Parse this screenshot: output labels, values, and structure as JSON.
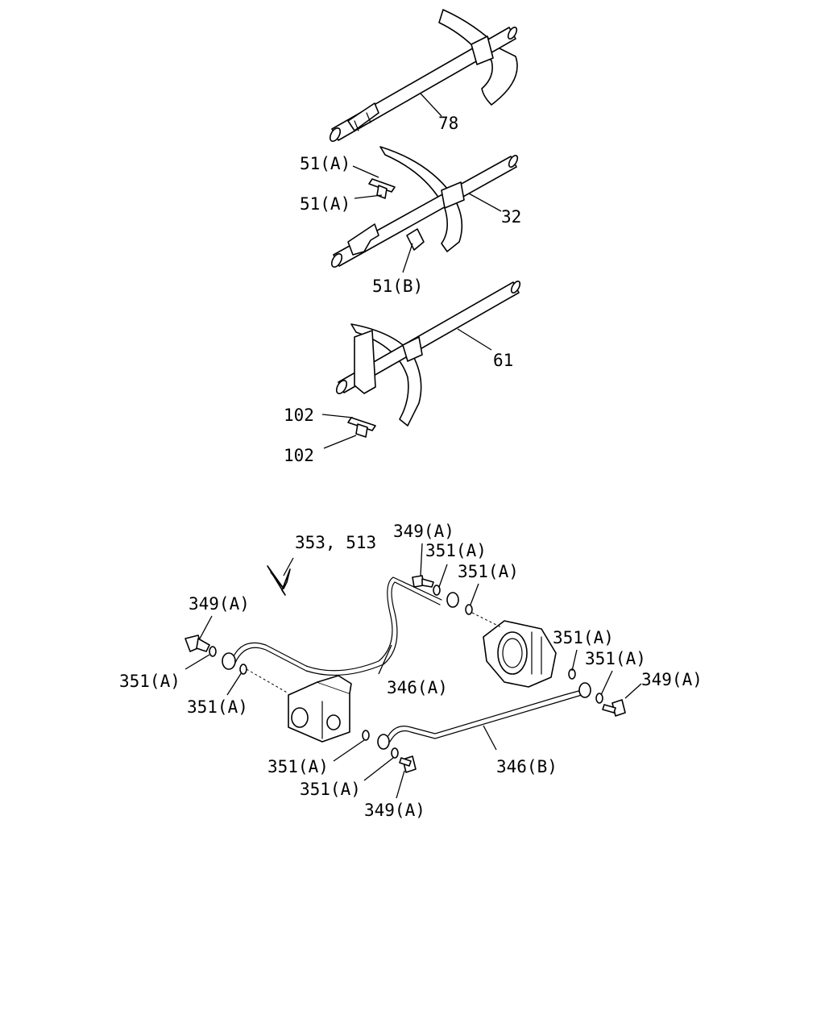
{
  "diagram": {
    "labels": {
      "part_78": "78",
      "part_51a_top": "51(A)",
      "part_51a_bottom": "51(A)",
      "part_32": "32",
      "part_51b": "51(B)",
      "part_61": "61",
      "part_102_top": "102",
      "part_102_bottom": "102",
      "part_353_513": "353, 513",
      "part_349a_top": "349(A)",
      "part_351a_top1": "351(A)",
      "part_351a_top2": "351(A)",
      "part_349a_left": "349(A)",
      "part_351a_left1": "351(A)",
      "part_351a_left2": "351(A)",
      "part_346a": "346(A)",
      "part_351a_right1": "351(A)",
      "part_351a_right2": "351(A)",
      "part_349a_right": "349(A)",
      "part_351a_mid1": "351(A)",
      "part_351a_mid2": "351(A)",
      "part_349a_bottom": "349(A)",
      "part_346b": "346(B)"
    }
  }
}
